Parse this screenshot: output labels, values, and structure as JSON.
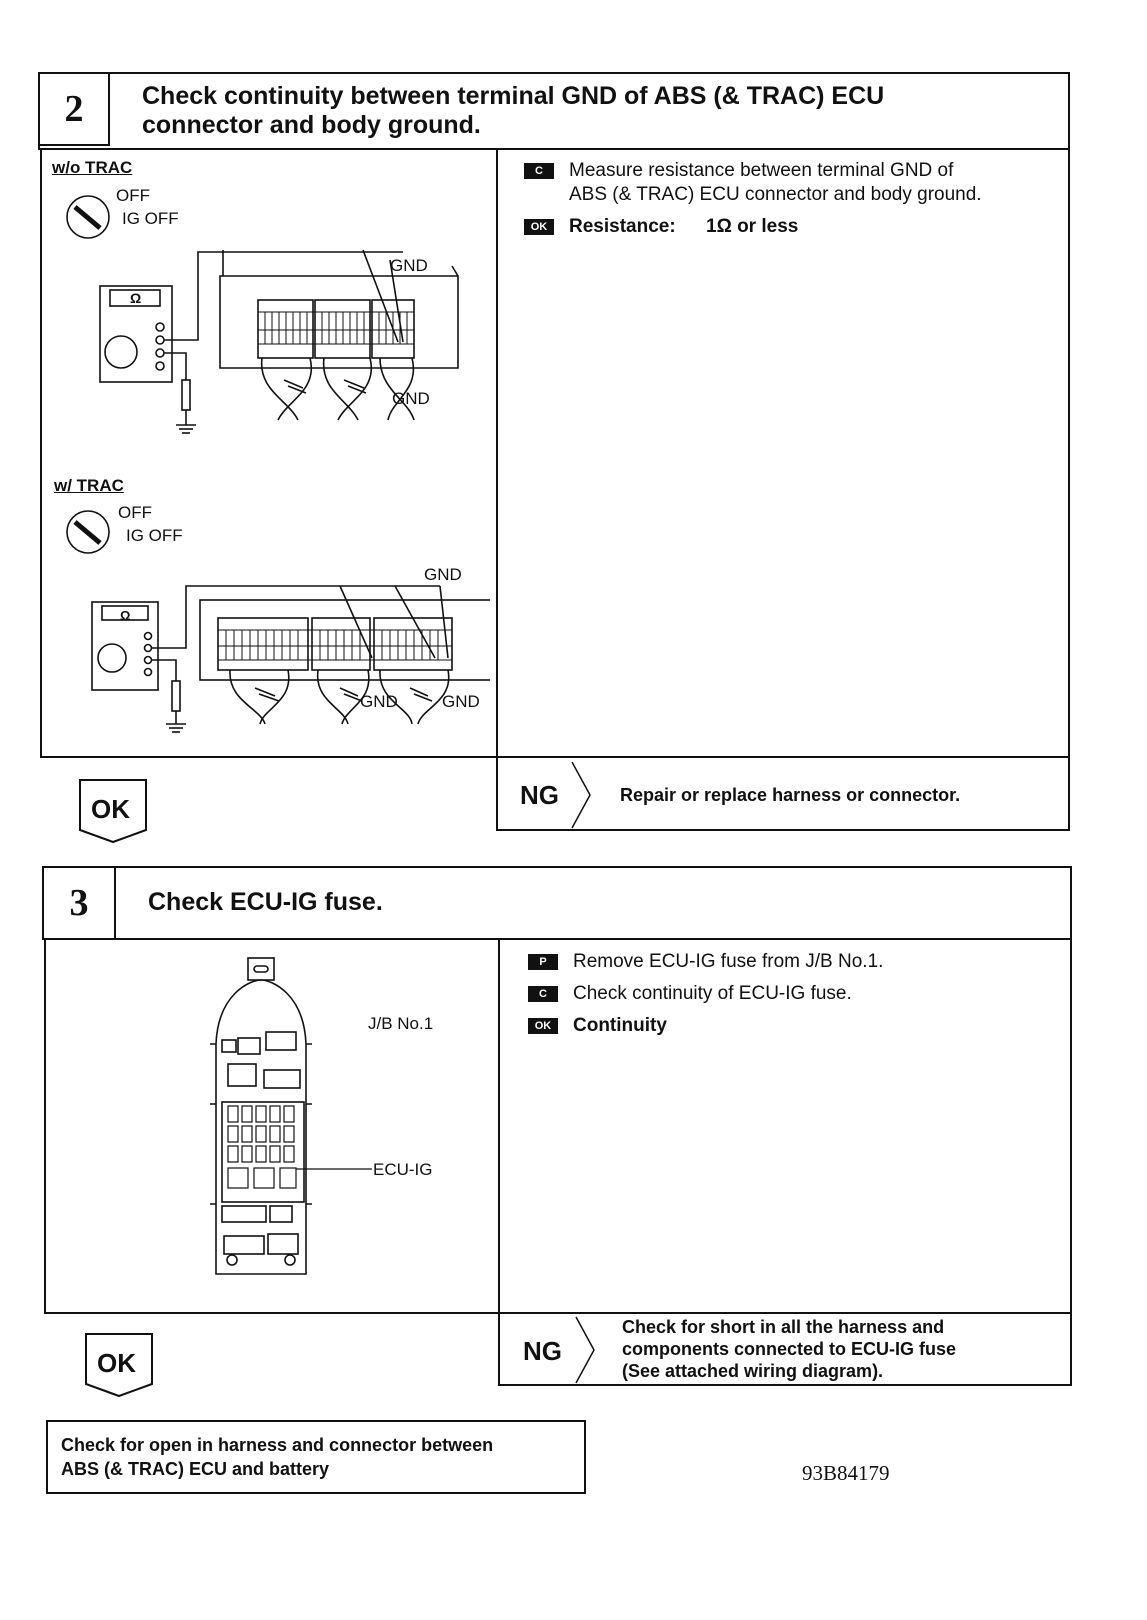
{
  "step2": {
    "number": "2",
    "title_line1": "Check continuity between terminal GND of ABS (& TRAC) ECU",
    "title_line2": "connector and body ground.",
    "wo_trac": {
      "label": "w/o TRAC",
      "switch_off": "OFF",
      "switch_ig": "IG OFF",
      "meter_symbol": "Ω",
      "gnd_top": "GND",
      "gnd_bottom": "GND"
    },
    "w_trac": {
      "label": "w/ TRAC",
      "switch_off": "OFF",
      "switch_ig": "IG OFF",
      "meter_symbol": "Ω",
      "gnd_top": "GND",
      "gnd_bottom1": "GND",
      "gnd_bottom2": "GND"
    },
    "instructions": {
      "c_badge": "C",
      "c_line1": "Measure resistance between terminal GND of",
      "c_line2": "ABS (& TRAC) ECU connector and body ground.",
      "ok_badge": "OK",
      "ok_label": "Resistance:",
      "ok_value": "1Ω or less"
    },
    "ok_button": "OK",
    "ng_label": "NG",
    "ng_text": "Repair or replace harness or connector."
  },
  "step3": {
    "number": "3",
    "title": "Check ECU-IG fuse.",
    "diagram": {
      "jb_label": "J/B No.1",
      "fuse_label": "ECU-IG"
    },
    "instructions": {
      "p_badge": "P",
      "p_text": "Remove ECU-IG fuse from J/B No.1.",
      "c_badge": "C",
      "c_text": "Check continuity of ECU-IG fuse.",
      "ok_badge": "OK",
      "ok_text": "Continuity"
    },
    "ok_button": "OK",
    "ng_label": "NG",
    "ng_line1": "Check for short in all the harness and",
    "ng_line2": "components connected to ECU-IG fuse",
    "ng_line3": "(See attached wiring diagram)."
  },
  "final_box": {
    "line1": "Check for open in harness and connector between",
    "line2": "ABS (& TRAC) ECU and battery"
  },
  "figure_code": "93B84179"
}
